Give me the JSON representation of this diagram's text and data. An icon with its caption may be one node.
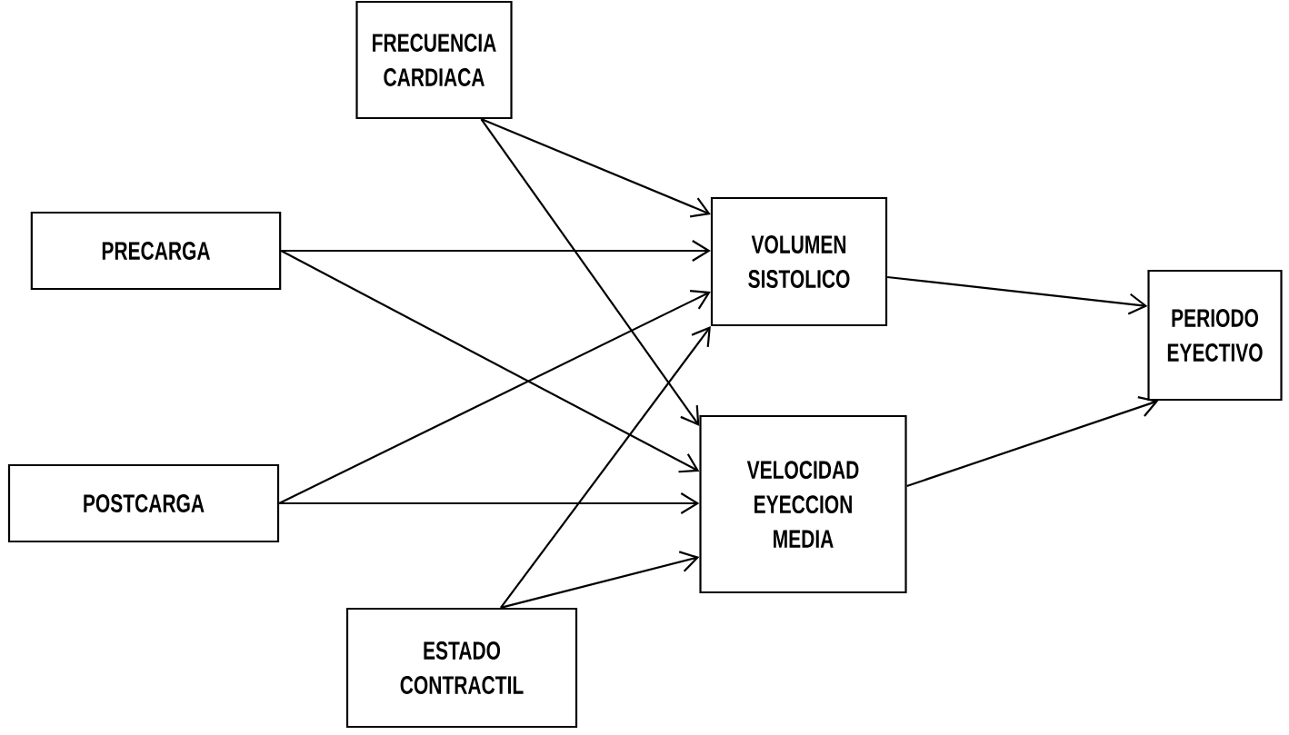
{
  "diagram": {
    "nodes": [
      {
        "text": [
          "FRECUENCIA CARDIACA"
        ]
      },
      {
        "text": [
          "PRECARGA"
        ]
      },
      {
        "text": [
          "POSTCARGA"
        ]
      },
      {
        "text": [
          "VOLUMEN SISTOLICO"
        ]
      },
      {
        "text": [
          "PERIODO EYECTIVO"
        ]
      },
      {
        "text": [
          "VELOCIDAD EYECCION MEDIA"
        ]
      },
      {
        "text": [
          "ESTADO CONTRACTIL"
        ]
      }
    ],
    "edges": [
      {
        "from": 0,
        "to": 3,
        "arrow": "to"
      },
      {
        "from": 0,
        "to": 5,
        "arrow": "to"
      },
      {
        "from": 1,
        "to": 3,
        "arrow": "to"
      },
      {
        "from": 1,
        "to": 5,
        "arrow": "to"
      },
      {
        "from": 2,
        "to": 3,
        "arrow": "to"
      },
      {
        "from": 2,
        "to": 5,
        "arrow": "to"
      },
      {
        "from": 6,
        "to": 3,
        "arrow": "to"
      },
      {
        "from": 6,
        "to": 5,
        "arrow": "to"
      },
      {
        "from": 3,
        "to": 4,
        "arrow": "to"
      },
      {
        "from": 5,
        "to": 4,
        "arrow": "to"
      }
    ]
  }
}
